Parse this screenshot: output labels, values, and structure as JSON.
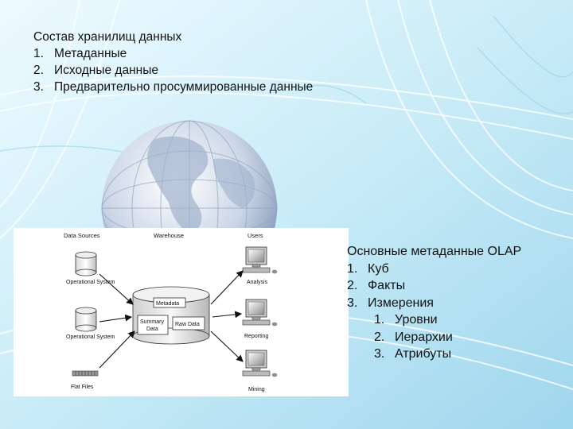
{
  "slide": {
    "top_block": {
      "title": "Состав хранилищ данных",
      "items": [
        {
          "num": "1.",
          "text": "Метаданные"
        },
        {
          "num": "2.",
          "text": "Исходные данные"
        },
        {
          "num": "3.",
          "text": "Предварительно просуммированные данные"
        }
      ]
    },
    "right_block": {
      "title": "Основные метаданные OLAP",
      "items": [
        {
          "num": "1.",
          "text": "Куб"
        },
        {
          "num": "2.",
          "text": "Факты"
        },
        {
          "num": "3.",
          "text": "Измерения"
        }
      ],
      "subitems": [
        {
          "num": "1.",
          "text": "Уровни"
        },
        {
          "num": "2.",
          "text": "Иерархии"
        },
        {
          "num": "3.",
          "text": "Атрибуты"
        }
      ]
    }
  },
  "diagram": {
    "headers": {
      "sources": "Data Sources",
      "warehouse": "Warehouse",
      "users": "Users"
    },
    "sources": {
      "db1": "Operational System",
      "db2": "Operational System",
      "flat": "Flat Files"
    },
    "warehouse": {
      "metadata": "Metadata",
      "summary_line1": "Summary",
      "summary_line2": "Data",
      "raw": "Raw Data"
    },
    "users": {
      "analysis": "Analysis",
      "reporting": "Reporting",
      "mining": "Mining"
    }
  }
}
